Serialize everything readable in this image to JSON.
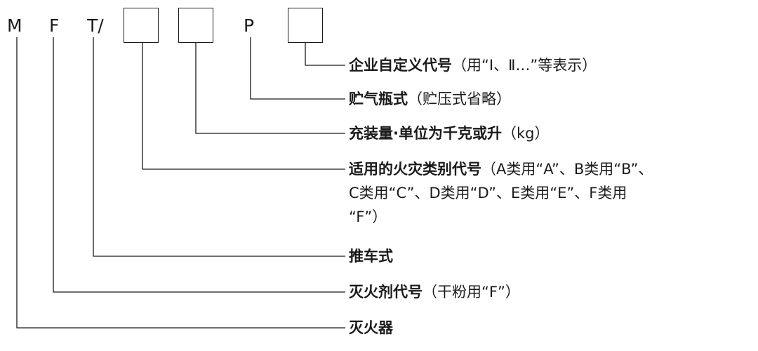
{
  "code": {
    "m": "M",
    "f": "F",
    "t": "T/",
    "p": "P"
  },
  "labels": {
    "enterprise": {
      "bold": "企业自定义代号",
      "rest": "（用“Ⅰ、Ⅱ…”等表示）"
    },
    "cylinder": {
      "bold": "贮气瓶式",
      "rest": "（贮压式省略）"
    },
    "charge": {
      "bold": "充装量·单位为千克或升",
      "rest": "（kg）"
    },
    "fire_class": {
      "bold": "适用的火灾类别代号",
      "rest": "（A类用“A”、B类用“B”、",
      "line2": "C类用“C”、D类用“D”、E类用“E”、F类用",
      "line3": "“F”）"
    },
    "cart": {
      "bold": "推车式",
      "rest": ""
    },
    "agent": {
      "bold": "灭火剂代号",
      "rest": "（干粉用“F”）"
    },
    "extinguisher": {
      "bold": "灭火器",
      "rest": ""
    }
  }
}
